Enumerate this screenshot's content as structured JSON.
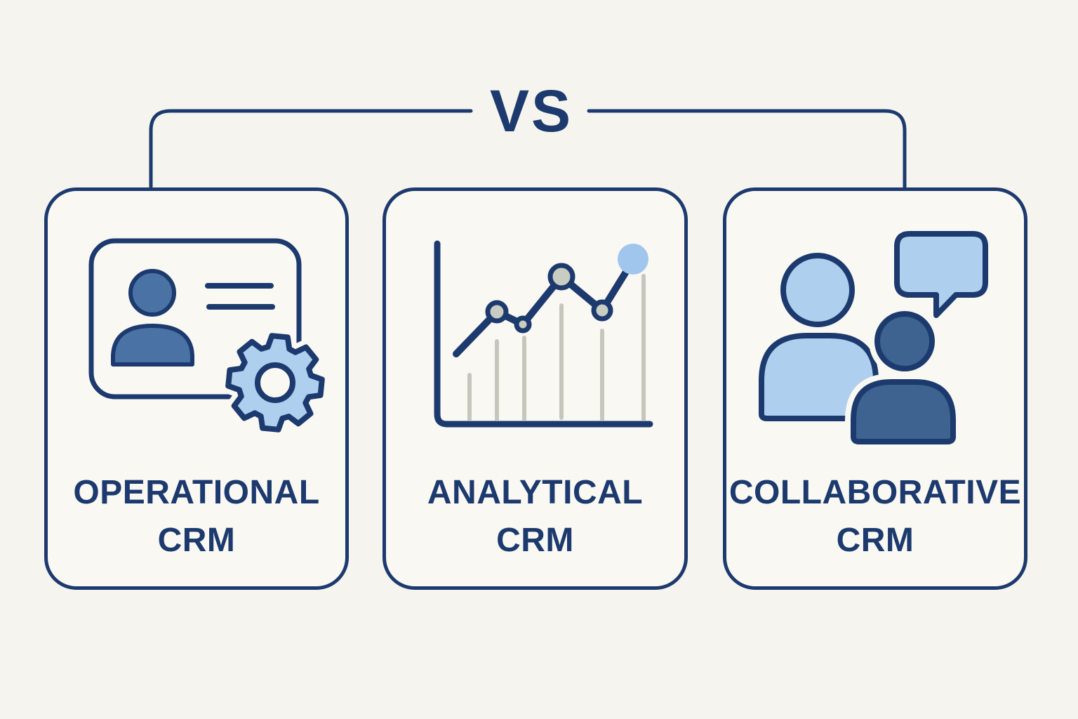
{
  "page": {
    "background": "#f6f4ee",
    "card_background": "#faf8f3",
    "navy": "#1c3a6e",
    "light_blue": "#aecfee",
    "sky_blue": "#a0c6ee",
    "medium_blue": "#4a72a4",
    "dark_blue": "#3e6390",
    "bar_gray": "#c6c6bf",
    "node_gray": "#c8ccc1"
  },
  "header": {
    "vs_label": "VS"
  },
  "cards": [
    {
      "id": "operational-crm",
      "title_line1": "OPERATIONAL",
      "title_line2": "CRM",
      "icon": "id-card-gear-icon"
    },
    {
      "id": "analytical-crm",
      "title_line1": "ANALYTICAL",
      "title_line2": "CRM",
      "icon": "line-chart-icon"
    },
    {
      "id": "collaborative-crm",
      "title_line1": "COLLABORATIVE",
      "title_line2": "CRM",
      "icon": "people-chat-icon"
    }
  ]
}
